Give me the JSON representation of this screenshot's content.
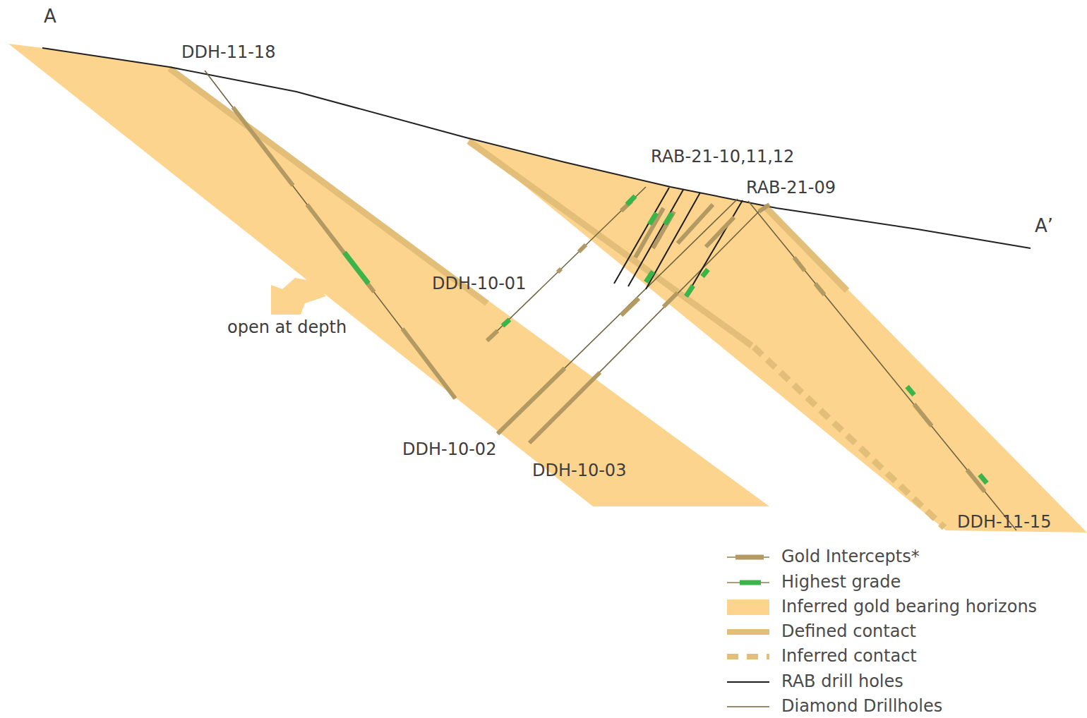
{
  "diagram": {
    "labels": [
      "A",
      "DDH-11-18",
      "RAB-21-10,11,12",
      "RAB-21-09",
      "A’",
      "DDH-10-01",
      "open at depth",
      "DDH-10-02",
      "DDH-10-03",
      "DDH-11-15"
    ],
    "legend": [
      {
        "text": "Gold Intercepts*"
      },
      {
        "text": "Highest grade"
      },
      {
        "text": "Inferred gold bearing horizons",
        "color": "#fcd48e"
      },
      {
        "text": "Defined contact"
      },
      {
        "text": "Inferred contact"
      },
      {
        "text": "RAB drill holes"
      },
      {
        "text": "Diamond Drillholes"
      }
    ]
  }
}
